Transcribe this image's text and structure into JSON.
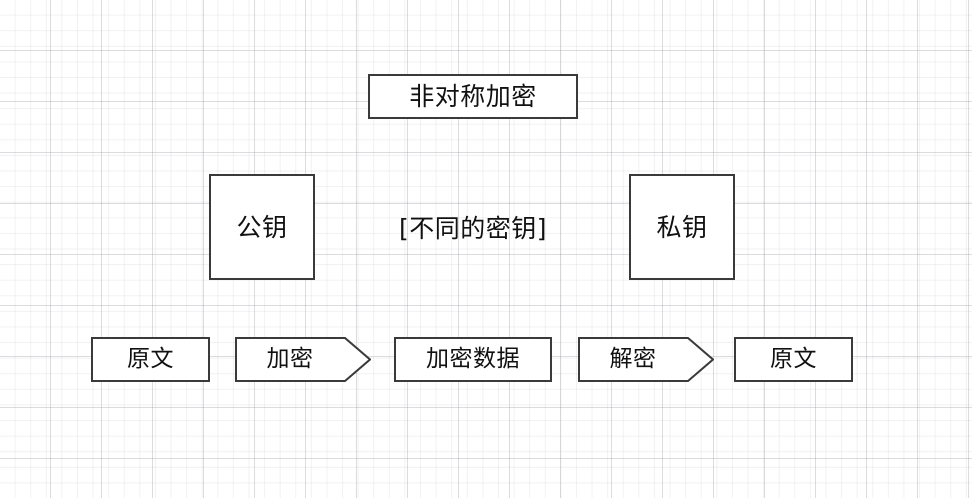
{
  "diagram": {
    "title": "非对称加密",
    "keys": {
      "public_key": "公钥",
      "private_key": "私钥",
      "relation_note": "[不同的密钥]"
    },
    "flow": {
      "plaintext_input": "原文",
      "encrypt_step": "加密",
      "ciphertext": "加密数据",
      "decrypt_step": "解密",
      "plaintext_output": "原文"
    }
  },
  "style": {
    "stroke_color": "#3a3a3a",
    "text_color": "#111111",
    "fill_color": "#ffffff",
    "grid_major_color": "#8c8c96",
    "grid_minor_color": "#9696a0",
    "canvas_background": "#ffffff"
  }
}
